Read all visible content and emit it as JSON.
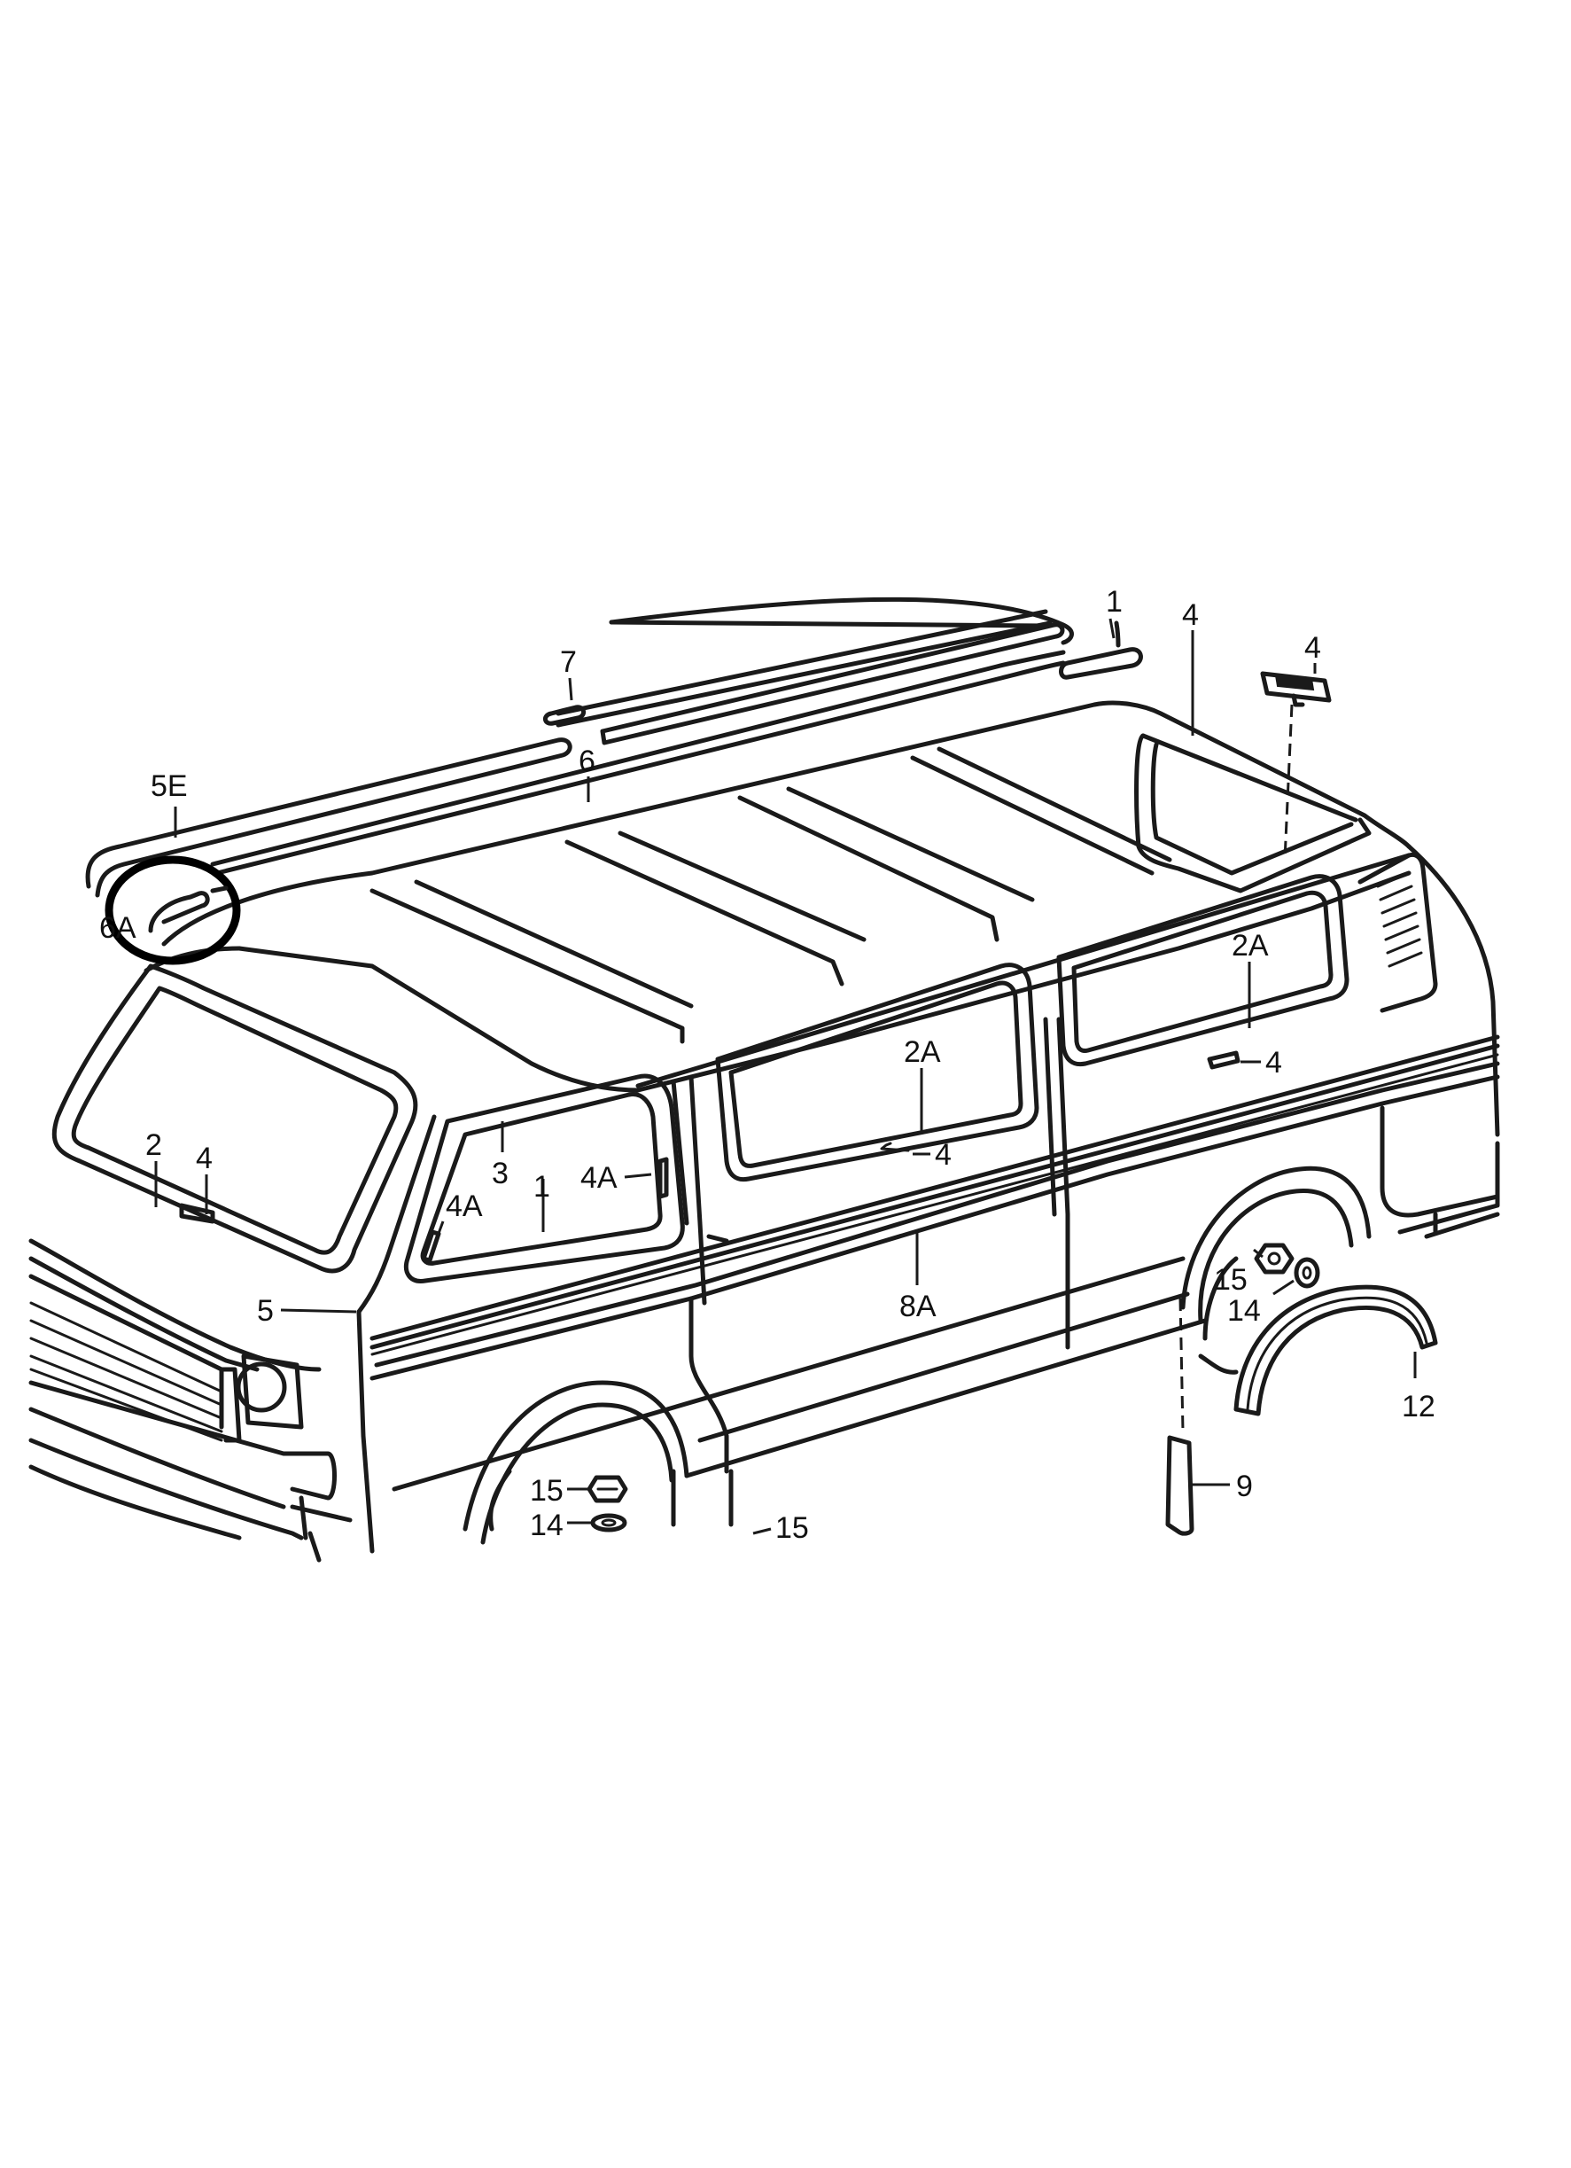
{
  "diagram": {
    "callouts": [
      {
        "id": "c-5E",
        "text": "5E"
      },
      {
        "id": "c-6A",
        "text": "6A"
      },
      {
        "id": "c-6",
        "text": "6"
      },
      {
        "id": "c-7",
        "text": "7"
      },
      {
        "id": "c-1-top",
        "text": "1"
      },
      {
        "id": "c-4-rear-glass",
        "text": "4"
      },
      {
        "id": "c-4-rear-clip",
        "text": "4"
      },
      {
        "id": "c-2A-rear",
        "text": "2A"
      },
      {
        "id": "c-4-rear-window",
        "text": "4"
      },
      {
        "id": "c-2A-mid",
        "text": "2A"
      },
      {
        "id": "c-4-mid-window",
        "text": "4"
      },
      {
        "id": "c-2",
        "text": "2"
      },
      {
        "id": "c-4-windshield",
        "text": "4"
      },
      {
        "id": "c-3",
        "text": "3"
      },
      {
        "id": "c-4A-left",
        "text": "4A"
      },
      {
        "id": "c-1",
        "text": "1"
      },
      {
        "id": "c-4A-right",
        "text": "4A"
      },
      {
        "id": "c-8A",
        "text": "8A"
      },
      {
        "id": "c-5",
        "text": "5"
      },
      {
        "id": "c-15-rear",
        "text": "15"
      },
      {
        "id": "c-14-rear",
        "text": "14"
      },
      {
        "id": "c-12",
        "text": "12"
      },
      {
        "id": "c-9",
        "text": "9"
      },
      {
        "id": "c-15-front",
        "text": "15"
      },
      {
        "id": "c-14-front",
        "text": "14"
      },
      {
        "id": "c-15-bottom",
        "text": "15"
      }
    ],
    "colors": {
      "ink": "#1a1a1a",
      "paper": "#ffffff"
    }
  }
}
